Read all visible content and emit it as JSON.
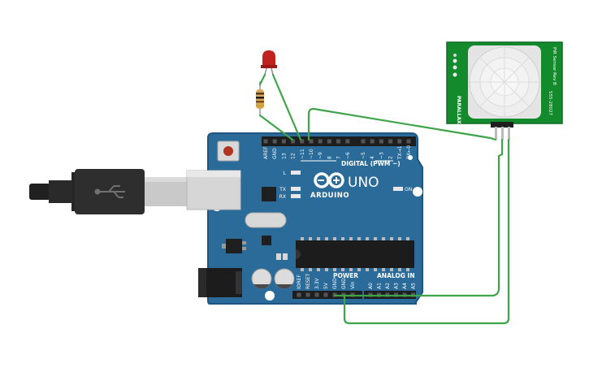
{
  "arduino": {
    "brand": "ARDUINO",
    "model": "UNO",
    "digital_header_label": "DIGITAL (PWM ~)",
    "power_header_label": "POWER",
    "analog_header_label": "ANALOG IN",
    "led_labels": {
      "l": "L",
      "tx": "TX",
      "rx": "RX",
      "on": "ON"
    },
    "digital_pins": [
      "AREF",
      "GND",
      "13",
      "12",
      "~11",
      "~10",
      "~9",
      "8",
      "7",
      "~6",
      "~5",
      "4",
      "~3",
      "2",
      "TX→1",
      "RX←0"
    ],
    "power_pins": [
      "IOREF",
      "RESET",
      "3.3V",
      "5V",
      "GND",
      "GND",
      "Vin"
    ],
    "analog_pins": [
      "A0",
      "A1",
      "A2",
      "A3",
      "A4",
      "A5"
    ]
  },
  "pir_sensor": {
    "label_right": "PIR Sensor Rev B",
    "label_part": "555-28027",
    "label_left": "PARALLAX"
  },
  "colors": {
    "board": "#2a6b9a",
    "board_dark": "#1e5583",
    "wire": "#3fa54a",
    "pir_pcb": "#138a2c",
    "led": "#c0221f"
  }
}
